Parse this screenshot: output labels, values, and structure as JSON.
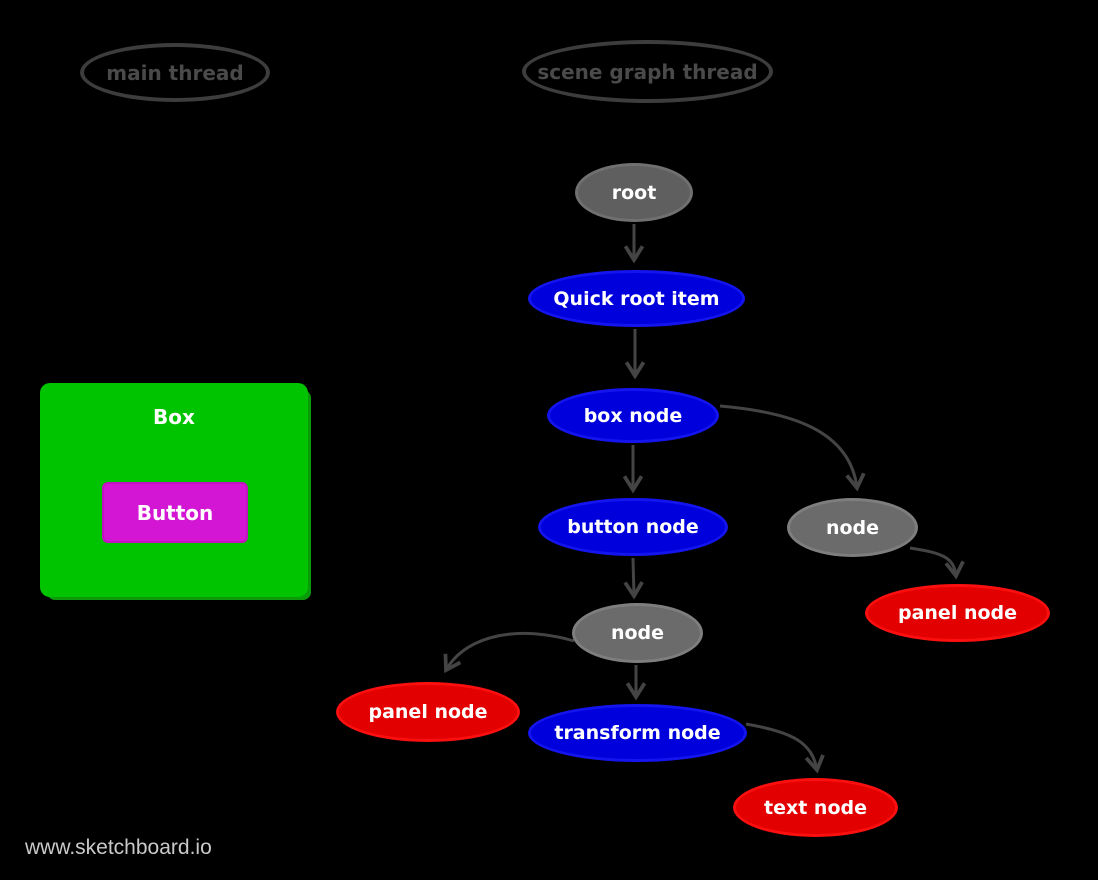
{
  "page": {
    "background": "#000000",
    "watermark": "www.sketchboard.io"
  },
  "lanes": [
    {
      "id": "main-thread",
      "label": "main thread"
    },
    {
      "id": "scene-graph-thread",
      "label": "scene graph thread"
    }
  ],
  "shapes": {
    "box": {
      "label": "Box",
      "fill": "#00c400"
    },
    "button": {
      "label": "Button",
      "fill": "#d316d3"
    }
  },
  "nodes": [
    {
      "id": "root",
      "label": "root",
      "color": "gray"
    },
    {
      "id": "quick-root-item",
      "label": "Quick root item",
      "color": "blue"
    },
    {
      "id": "box-node",
      "label": "box node",
      "color": "blue"
    },
    {
      "id": "button-node",
      "label": "button node",
      "color": "blue"
    },
    {
      "id": "node-right",
      "label": "node",
      "color": "gray"
    },
    {
      "id": "panel-node-right",
      "label": "panel node",
      "color": "red"
    },
    {
      "id": "node-middle",
      "label": "node",
      "color": "gray"
    },
    {
      "id": "panel-node-left",
      "label": "panel node",
      "color": "red"
    },
    {
      "id": "transform-node",
      "label": "transform node",
      "color": "blue"
    },
    {
      "id": "text-node",
      "label": "text node",
      "color": "red"
    }
  ],
  "edges": [
    {
      "from": "root",
      "to": "quick-root-item"
    },
    {
      "from": "quick-root-item",
      "to": "box-node"
    },
    {
      "from": "box-node",
      "to": "button-node"
    },
    {
      "from": "box-node",
      "to": "node-right"
    },
    {
      "from": "node-right",
      "to": "panel-node-right"
    },
    {
      "from": "button-node",
      "to": "node-middle"
    },
    {
      "from": "node-middle",
      "to": "panel-node-left"
    },
    {
      "from": "node-middle",
      "to": "transform-node"
    },
    {
      "from": "transform-node",
      "to": "text-node"
    }
  ],
  "colors": {
    "node_blue": "#0000dd",
    "node_red": "#e30000",
    "node_gray": "#6b6b6b",
    "box_green": "#00c400",
    "button_magenta": "#d316d3",
    "edge_stroke": "#444444",
    "lane_outline": "#3d3d3d",
    "watermark_text": "#c9c9c9"
  }
}
